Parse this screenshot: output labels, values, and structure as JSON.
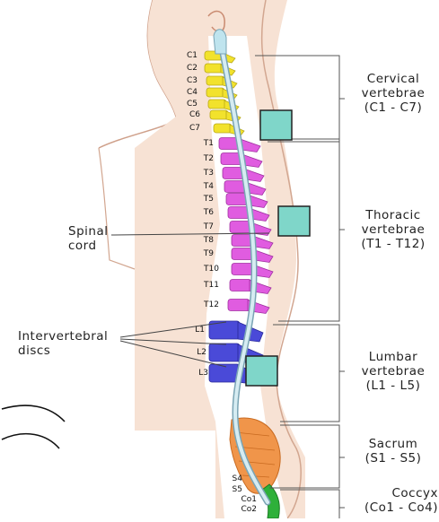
{
  "regions": {
    "cervical": {
      "line1": "Cervical",
      "line2": "vertebrae",
      "line3": "(C1 - C7)"
    },
    "thoracic": {
      "line1": "Thoracic",
      "line2": "vertebrae",
      "line3": "(T1 - T12)"
    },
    "lumbar": {
      "line1": "Lumbar",
      "line2": "vertebrae",
      "line3": "(L1 - L5)"
    },
    "sacrum": {
      "line1": "Sacrum",
      "line2": "(S1 - S5)"
    },
    "coccyx": {
      "line1": "Coccyx",
      "line2": "(Co1 - Co4)"
    }
  },
  "left_labels": {
    "spinal_cord": {
      "line1": "Spinal",
      "line2": "cord"
    },
    "discs": {
      "line1": "Intervertebral",
      "line2": "discs"
    }
  },
  "vertebra_labels": {
    "cervical": [
      "C1",
      "C2",
      "C3",
      "C4",
      "C5",
      "C6",
      "C7"
    ],
    "thoracic": [
      "T1",
      "T2",
      "T3",
      "T4",
      "T5",
      "T6",
      "T7",
      "T8",
      "T9",
      "T10",
      "T11",
      "T12"
    ],
    "lumbar": [
      "L1",
      "L2",
      "L3"
    ],
    "sacral": [
      "S4",
      "S5"
    ],
    "coccygeal": [
      "Co1",
      "Co2"
    ]
  },
  "colors": {
    "cervical": "#f2e22c",
    "thoracic": "#e05ce0",
    "lumbar": "#4a4ad8",
    "sacrum": "#f0954a",
    "coccyx": "#2eb03a",
    "cord": "#b8dde8",
    "redaction_box": "#7fd6c9"
  }
}
